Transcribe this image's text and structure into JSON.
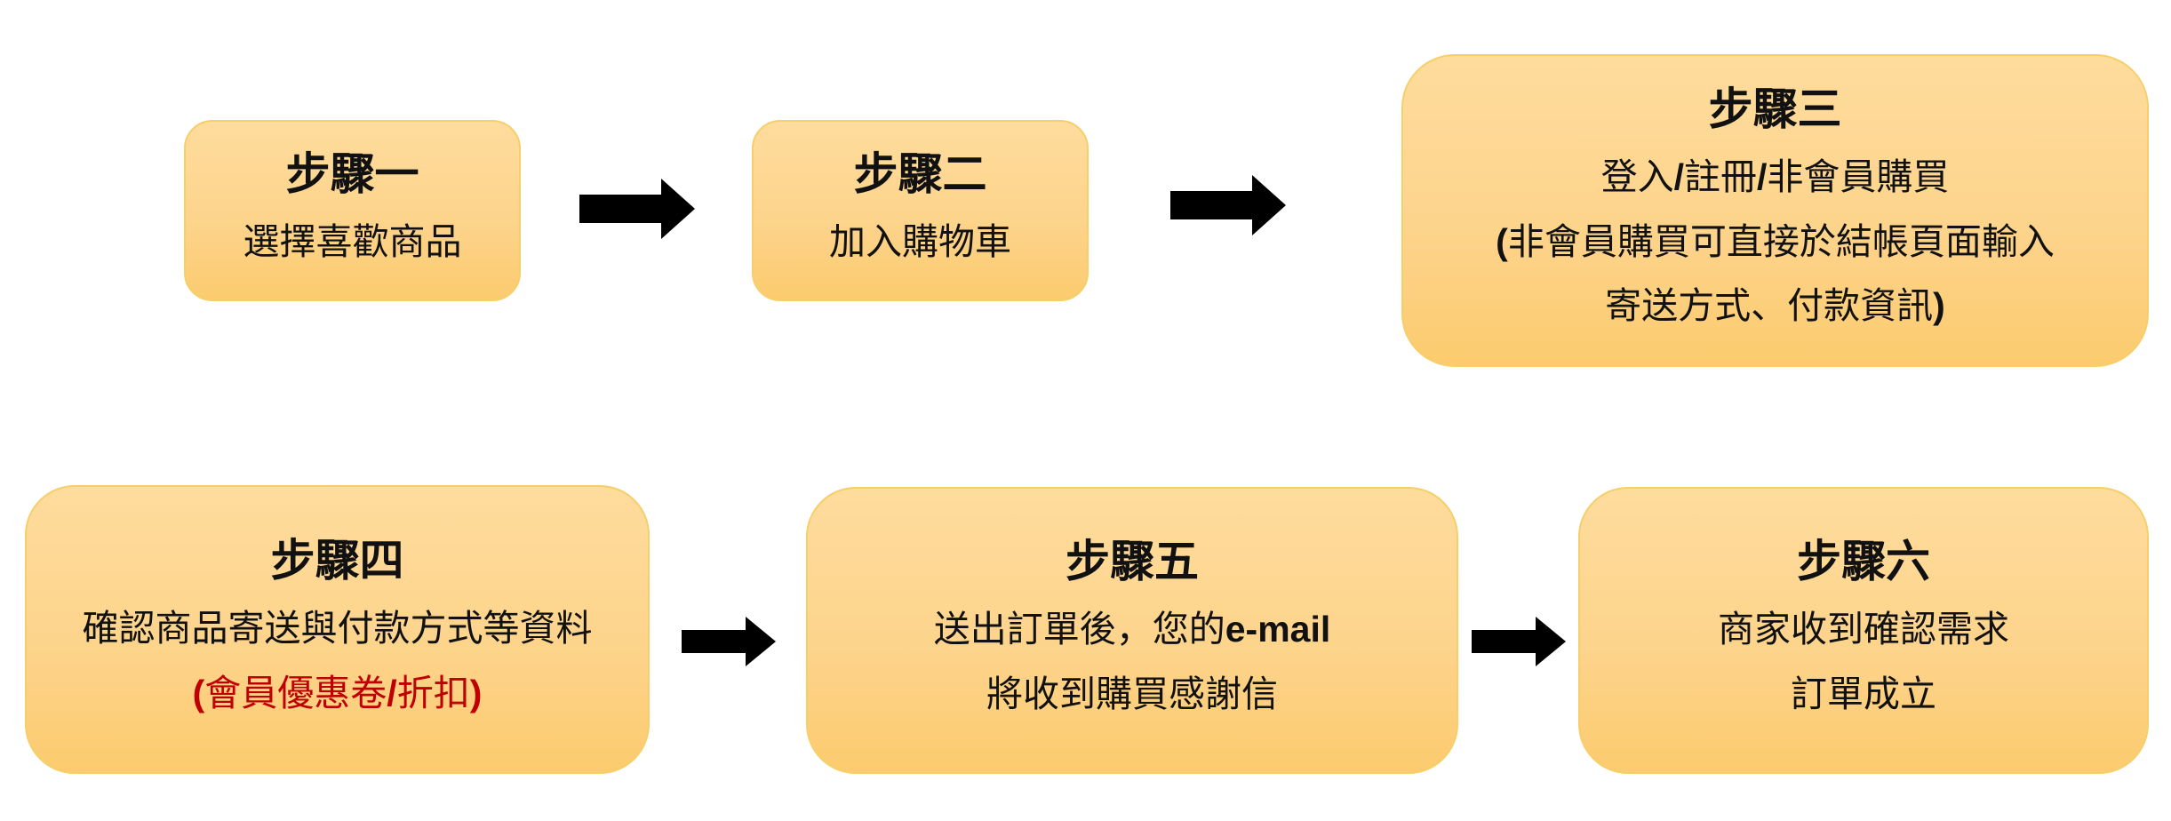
{
  "steps": [
    {
      "title": "步驟一",
      "lines": [
        "選擇喜歡商品"
      ]
    },
    {
      "title": "步驟二",
      "lines": [
        "加入購物車"
      ]
    },
    {
      "title": "步驟三",
      "line1": {
        "a": "登入",
        "slash1": "/",
        "b": "註冊",
        "slash2": "/",
        "c": "非會員購買"
      },
      "line2": {
        "paren": "(",
        "text": "非會員購買可直接於結帳頁面輸入"
      },
      "line3": {
        "text": "寄送方式、付款資訊",
        "paren": ")"
      }
    },
    {
      "title": "步驟四",
      "line1": "確認商品寄送與付款方式等資料",
      "line2": {
        "open": "(",
        "a": "會員優惠卷",
        "slash": "/",
        "b": "折扣",
        "close": ")"
      }
    },
    {
      "title": "步驟五",
      "line1": {
        "text": "送出訂單後，您的",
        "email": "e-mail"
      },
      "line2": "將收到購買感謝信"
    },
    {
      "title": "步驟六",
      "lines": [
        "商家收到確認需求",
        "訂單成立"
      ]
    }
  ],
  "colors": {
    "box_fill_top": "#fedc9d",
    "box_fill_bottom": "#fccb6e",
    "box_border": "#f6cf6a",
    "text": "#111111",
    "highlight": "#c00000",
    "arrow": "#000000"
  },
  "icons": [
    "right-arrow-icon"
  ]
}
